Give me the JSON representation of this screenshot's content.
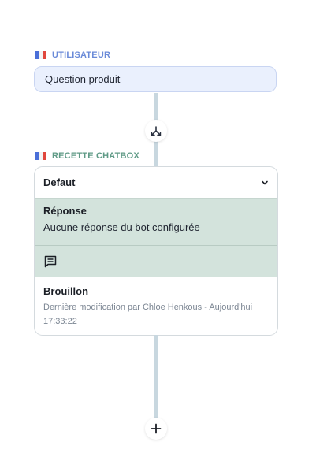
{
  "user_section": {
    "label": "UTILISATEUR",
    "pill_text": "Question produit"
  },
  "recipe_section": {
    "label": "RECETTE CHATBOX",
    "dropdown_value": "Defaut",
    "response_title": "Réponse",
    "response_text": "Aucune réponse du bot configurée",
    "draft_title": "Brouillon",
    "draft_meta_line1": "Dernière modification par Chloe Henkous - Aujourd'hui",
    "draft_meta_line2": "17:33:22"
  },
  "icons": {
    "flag": "france-flag-icon",
    "branch": "branch-fork-icon",
    "dropdown": "chevron-down-icon",
    "message": "message-icon",
    "add": "plus-icon"
  },
  "colors": {
    "user_label": "#6a8ad8",
    "recipe_label": "#5f9a86",
    "user_pill_bg": "#eaf0fd",
    "response_bg": "#d3e3dc",
    "connector": "#c8d7df"
  }
}
